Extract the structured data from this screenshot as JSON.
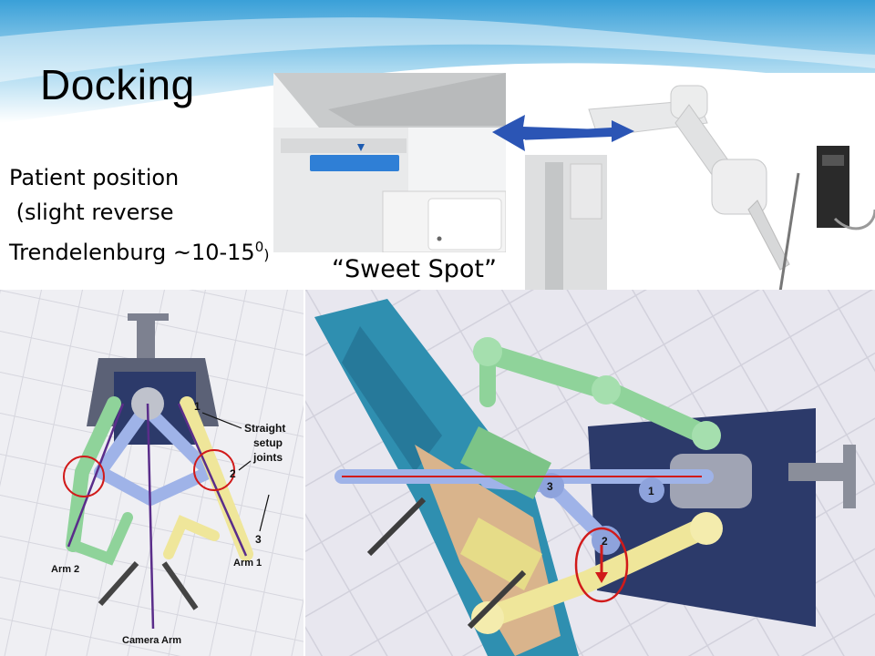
{
  "slide": {
    "title": "Docking",
    "position_lines": {
      "line1": "Patient position",
      "line2": " (slight reverse",
      "line3_main": "Trendelenburg ~10-15",
      "line3_sup": "0",
      "line3_end": ")"
    },
    "sweet_spot": "“Sweet Spot”"
  },
  "diagram": {
    "label_1": "1",
    "label_2": "2",
    "label_3": "3",
    "straight_setup_joints": [
      "Straight",
      "setup",
      "joints"
    ],
    "arm_1": "Arm 1",
    "arm_2": "Arm 2",
    "camera_arm": "Camera Arm"
  },
  "render": {
    "joint_1": "1",
    "joint_2": "2",
    "joint_3": "3"
  },
  "colors": {
    "arm_green": "#8fd39a",
    "arm_yellow": "#efe69a",
    "arm_blue": "#9fb3e8",
    "patient_blue": "#2f8fb0",
    "marker_red": "#d11a1a",
    "arrow_blue": "#2b55b5"
  }
}
